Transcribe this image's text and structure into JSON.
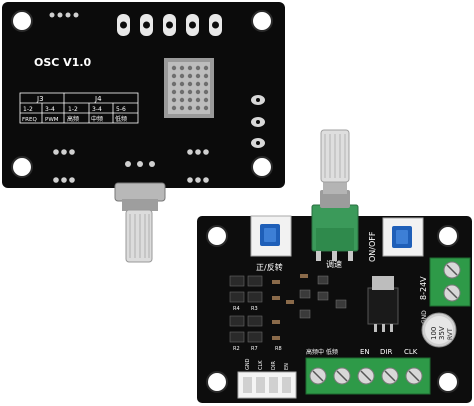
{
  "rear_board": {
    "title": "OSC V1.0",
    "table": {
      "headers": [
        "J3",
        "J4"
      ],
      "pin_row": [
        "1-2",
        "3-4",
        "1-2",
        "3-4",
        "5-6"
      ],
      "mode_row": [
        "FREQ",
        "PWM",
        "高频",
        "中频",
        "低频"
      ]
    }
  },
  "front_board": {
    "label_forward_reverse": "正/反转",
    "label_speed": "调速",
    "label_onoff": "ON/OFF",
    "label_voltage": "8-24V",
    "label_gnd": "GND",
    "capacitor_lines": [
      "100",
      "35V",
      "RVT"
    ],
    "terminal_labels": [
      "EN",
      "DIR",
      "CLK"
    ],
    "terminal_chinese": "高频中 低频",
    "header_labels": [
      "GND",
      "CLK",
      "DIR",
      "EN"
    ],
    "designators": [
      "R4",
      "R3",
      "R2",
      "R7",
      "R8"
    ]
  }
}
